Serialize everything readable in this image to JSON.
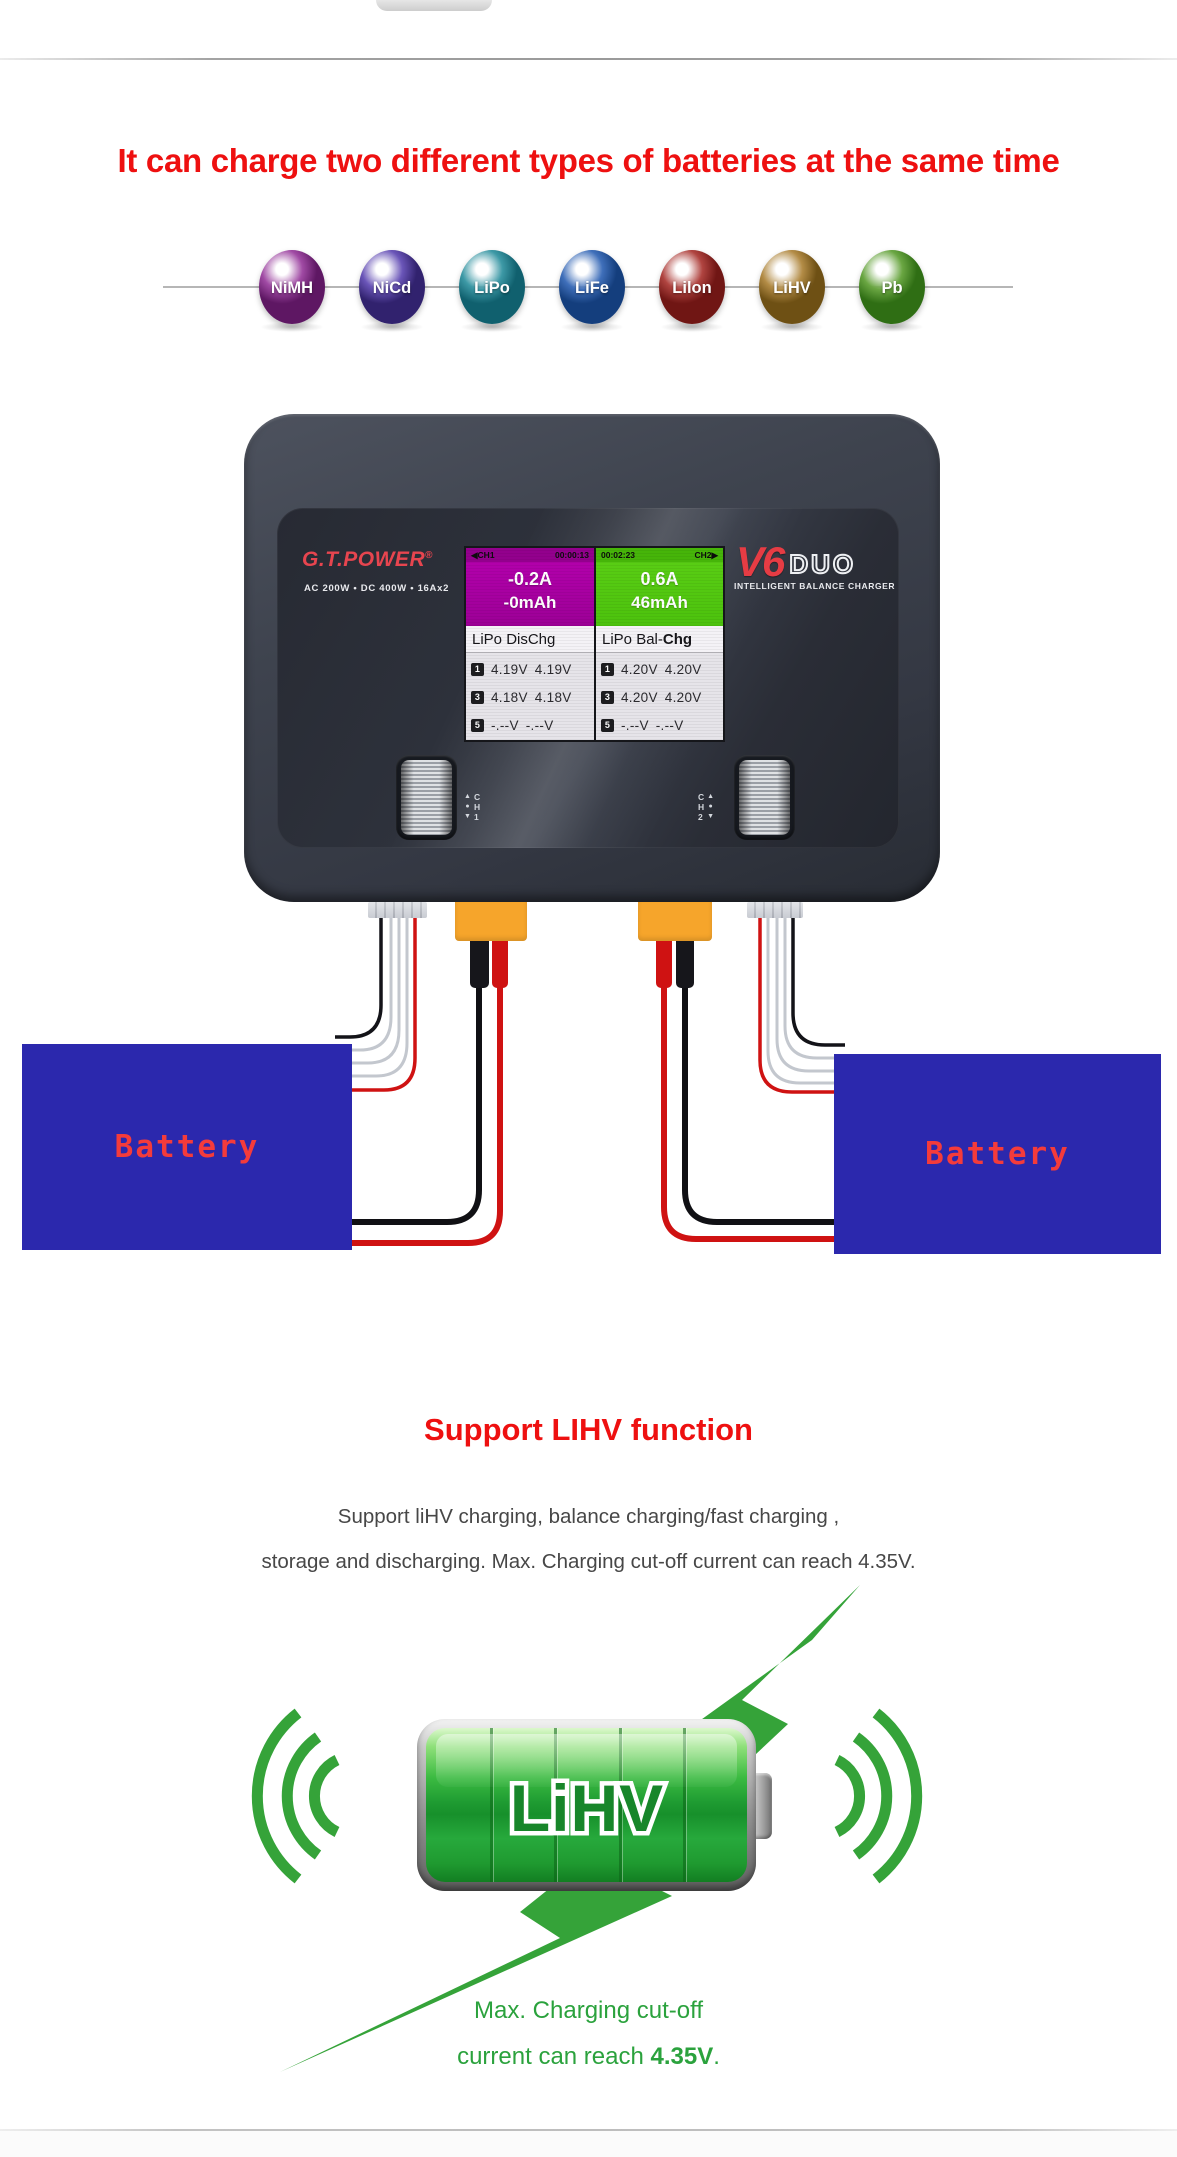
{
  "colors": {
    "heading_red": "#ee1010",
    "brand_red": "#e7454f",
    "model_red": "#e63c44",
    "lcd_magenta": "#a800a2",
    "lcd_green": "#52c70f",
    "battery_box_blue": "#2b28ad",
    "battery_text_red": "#f43b3b",
    "xt60_orange": "#f6a52b",
    "wire_red": "#cf1212",
    "wire_black": "#131318",
    "green_accent": "#35a339",
    "caption_green": "#2ba23d",
    "charger_body": "#3c414c"
  },
  "section1": {
    "heading": "It can charge two different types of batteries at the same time",
    "battery_types": [
      {
        "label": "NiMH",
        "color": "#a04aa4",
        "dark": "#5e1763"
      },
      {
        "label": "NiCd",
        "color": "#6a55b8",
        "dark": "#31226e"
      },
      {
        "label": "LiPo",
        "color": "#3d99a6",
        "dark": "#10606e"
      },
      {
        "label": "LiFe",
        "color": "#3f6fba",
        "dark": "#143e7d"
      },
      {
        "label": "Lilon",
        "color": "#b04440",
        "dark": "#701614"
      },
      {
        "label": "LiHV",
        "color": "#b38c46",
        "dark": "#6e5014"
      },
      {
        "label": "Pb",
        "color": "#6aa642",
        "dark": "#2f6e14"
      }
    ]
  },
  "charger": {
    "brand": "G.T.POWER",
    "brand_reg": "®",
    "specs": "AC 200W • DC 400W • 16Ax2",
    "model": "V6",
    "model_suffix": "DUO",
    "model_sub": "INTELLIGENT BALANCE CHARGER",
    "knob_arrows": {
      "up": "▲",
      "dot": "●",
      "down": "▼"
    },
    "knob1_letters": [
      "C",
      "H",
      "1"
    ],
    "knob2_letters": [
      "C",
      "H",
      "2"
    ],
    "screen": {
      "ch1": {
        "nav": "◀CH1",
        "time": "00:00:13",
        "current": "-0.2A",
        "capacity": "-0mAh",
        "mode": "LiPo DisChg",
        "cells": [
          {
            "n": "1",
            "v1": "4.19V",
            "v2": "4.19V"
          },
          {
            "n": "3",
            "v1": "4.18V",
            "v2": "4.18V"
          },
          {
            "n": "5",
            "v1": "-.--V",
            "v2": "-.--V"
          }
        ]
      },
      "ch2": {
        "time": "00:02:23",
        "nav": "CH2▶",
        "current": "0.6A",
        "capacity": "46mAh",
        "mode_prefix": "LiPo Bal-",
        "mode_bold": "Chg",
        "cells": [
          {
            "n": "1",
            "v1": "4.20V",
            "v2": "4.20V"
          },
          {
            "n": "3",
            "v1": "4.20V",
            "v2": "4.20V"
          },
          {
            "n": "5",
            "v1": "-.--V",
            "v2": "-.--V"
          }
        ]
      }
    }
  },
  "batteries": {
    "left_label": "Battery",
    "right_label": "Battery"
  },
  "section2": {
    "heading": "Support LIHV function",
    "body_line1": "Support liHV charging, balance charging/fast charging ,",
    "body_line2": "storage and discharging. Max. Charging cut-off current can reach 4.35V.",
    "lihv_label": "LiHV",
    "caption_line1": "Max. Charging cut-off",
    "caption_line2_prefix": "current can reach ",
    "caption_line2_bold": "4.35V",
    "caption_line2_suffix": "."
  }
}
